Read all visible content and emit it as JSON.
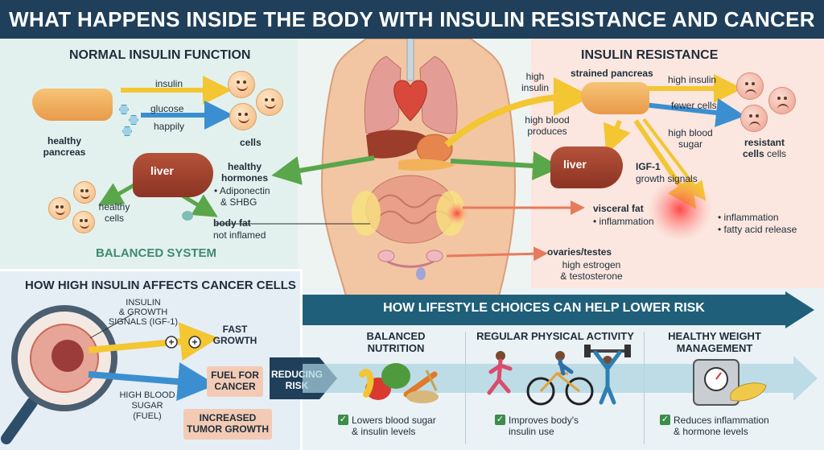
{
  "title": "WHAT HAPPENS INSIDE THE BODY WITH INSULIN RESISTANCE AND CANCER RISK",
  "normal": {
    "heading": "NORMAL INSULIN FUNCTION",
    "insulin": "insulin",
    "glucose": "glucose",
    "happily": "happily",
    "healthy_pancreas_1": "healthy",
    "healthy_pancreas_2": "pancreas",
    "cells": "cells",
    "liver": "liver",
    "healthy_cells_1": "healthy",
    "healthy_cells_2": "cells",
    "hormones_title_1": "healthy",
    "hormones_title_2": "hormones",
    "hormones_1": "• Adiponectin",
    "hormones_2": "& SHBG",
    "body_fat": "body fat",
    "not_inflamed": "not inflamed",
    "balanced": "BALANCED SYSTEM"
  },
  "resist": {
    "heading": "INSULIN RESISTANCE",
    "high_insulin_left_1": "high",
    "high_insulin_left_2": "insulin",
    "strained": "strained pancreas",
    "high_insulin_right": "high insulin",
    "fewer_cells": "fewer cells",
    "hbp_1": "high blood",
    "hbp_2": "produces",
    "hbs_1": "high blood",
    "hbs_2": "sugar",
    "resistant_1": "resistant",
    "resistant_2": "cells",
    "liver": "liver",
    "igf_title": "IGF-1",
    "igf_sub": "growth signals",
    "visceral": "visceral fat",
    "visceral_sub": "• inflammation",
    "infl_1": "• inflammation",
    "infl_2": "• fatty acid release",
    "ovaries": "ovaries/testes",
    "ovaries_1": "high estrogen",
    "ovaries_2": "& testosterone"
  },
  "cancer": {
    "heading": "HOW HIGH INSULIN AFFECTS CANCER CELLS",
    "signals_1": "INSULIN",
    "signals_2": "& GROWTH",
    "signals_3": "SIGNALS (IGF-1)",
    "fast_1": "FAST",
    "fast_2": "GROWTH",
    "fuel_1": "FUEL FOR",
    "fuel_2": "CANCER",
    "hbs_1": "HIGH BLOOD",
    "hbs_2": "SUGAR",
    "hbs_3": "(FUEL)",
    "tumor_1": "INCREASED",
    "tumor_2": "TUMOR GROWTH",
    "plus": "+"
  },
  "reducing": {
    "line1": "REDUCING",
    "line2": "RISK"
  },
  "lifestyle": {
    "heading": "HOW LIFESTYLE CHOICES CAN HELP LOWER RISK",
    "cols": [
      {
        "title_1": "BALANCED",
        "title_2": "NUTRITION",
        "benefit_1": "Lowers blood sugar",
        "benefit_2": "& insulin levels"
      },
      {
        "title_1": "REGULAR PHYSICAL ACTIVITY",
        "title_2": "",
        "benefit_1": "Improves body's",
        "benefit_2": "insulin use"
      },
      {
        "title_1": "HEALTHY WEIGHT",
        "title_2": "MANAGEMENT",
        "benefit_1": "Reduces inflammation",
        "benefit_2": "& hormone levels"
      }
    ],
    "check": "✓"
  },
  "colors": {
    "title_bg": "#1f3f5b",
    "insulin_arrow": "#f3c632",
    "glucose_arrow": "#3b8fd0",
    "hormone_arrow": "#5aa64a",
    "inflammation": "#ea4b3a",
    "organ_line": "#e77a5c"
  },
  "icons": [
    "pancreas-icon",
    "liver-icon",
    "smiley-cell-icon",
    "glucose-icon",
    "magnifier-icon",
    "checkbox-icon",
    "scale-icon",
    "bicycle-icon",
    "runner-icon",
    "dumbbell-icon",
    "food-basket-icon"
  ]
}
